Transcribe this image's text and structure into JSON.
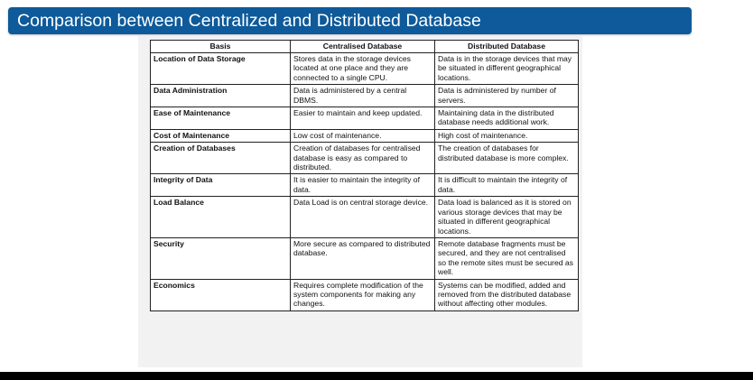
{
  "slide": {
    "title": "Comparison between Centralized and Distributed Database"
  },
  "table": {
    "headers": [
      "Basis",
      "Centralised Database",
      "Distributed Database"
    ],
    "rows": [
      {
        "basis": "Location of Data Storage",
        "centralised": "Stores data in the storage devices located at one place and they are connected to a single CPU.",
        "distributed": "Data is in the storage devices that may be situated in different geographical locations."
      },
      {
        "basis": "Data Administration",
        "centralised": "Data is administered by a central DBMS.",
        "distributed": "Data is administered by number of servers."
      },
      {
        "basis": "Ease of Maintenance",
        "centralised": "Easier to maintain and keep updated.",
        "distributed": "Maintaining data in the distributed database needs additional work."
      },
      {
        "basis": "Cost of Maintenance",
        "centralised": "Low cost of maintenance.",
        "distributed": "High cost of maintenance."
      },
      {
        "basis": "Creation of Databases",
        "centralised": "Creation of databases for centralised database is easy as compared to distributed.",
        "distributed": "The creation of databases for distributed database is more complex."
      },
      {
        "basis": "Integrity of Data",
        "centralised": "It is easier to maintain the integrity of data.",
        "distributed": "It is difficult to maintain the integrity of data."
      },
      {
        "basis": "Load Balance",
        "centralised": "Data Load is on central storage device.",
        "distributed": "Data load is balanced as it is stored on various storage devices that may be situated in different geographical locations."
      },
      {
        "basis": "Security",
        "centralised": "More secure as compared to distributed database.",
        "distributed": "Remote database fragments must be secured, and they are not centralised so the remote sites must be secured as well."
      },
      {
        "basis": "Economics",
        "centralised": "Requires complete modification of the system components for making any changes.",
        "distributed": "Systems can be modified, added and removed from the distributed database without affecting other modules."
      }
    ]
  },
  "colors": {
    "title_bar": "#0e5a9a",
    "title_text": "#ffffff",
    "table_border": "#222222"
  }
}
